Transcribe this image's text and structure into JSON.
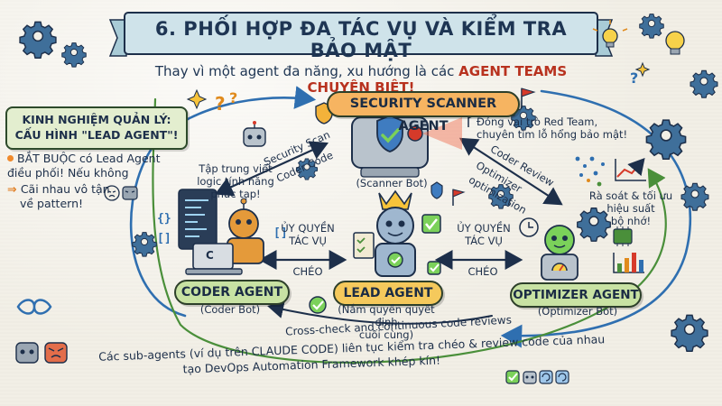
{
  "title": "6. PHỐI HỢP ĐA TÁC VỤ VÀ KIỂM TRA BẢO MẬT",
  "subtitle": {
    "prefix": "Thay vì một agent đa năng, xu hướng là các ",
    "highlight": "AGENT TEAMS CHUYÊN BIỆT!"
  },
  "lesson": {
    "line1": "KINH NGHIỆM QUẢN LÝ:",
    "line2": "CẤU HÌNH \"LEAD AGENT\"!"
  },
  "bullet": {
    "line1": "BẮT BUỘC có Lead Agent",
    "line2": "điều phối! Nếu không",
    "line3": "Cãi nhau vô tận",
    "line4": "về pattern!"
  },
  "security": {
    "label": "SECURITY SCANNER AGENT",
    "bot": "(Scanner Bot)",
    "note_line1": "Đóng vai trò Red Team,",
    "note_line2": "chuyên tìm lỗ hổng bảo mật!"
  },
  "coder": {
    "label": "CODER AGENT",
    "bot": "(Coder Bot)",
    "note_line1": "Tập trung viết",
    "note_line2": "logic tính năng",
    "note_line3": "phức tạp!",
    "screen_char": "C"
  },
  "lead": {
    "label": "LEAD AGENT",
    "sub_line1": "(Nắm quyền quyết định",
    "sub_line2": "cuối cùng)"
  },
  "optimizer": {
    "label": "OPTIMIZER AGENT",
    "bot": "(Optimizer Bot)",
    "note_line1": "Rà soát & tối ưu",
    "note_line2": "hiệu suất",
    "note_line3": "bộ nhớ!"
  },
  "links": {
    "security_scan": "Security Scan",
    "coder_code": "Coder Code",
    "coder_review": "Coder Review",
    "optimizer": "Optimizer",
    "optimization": "optimization",
    "delegate_left_1": "ỦY QUYỀN",
    "delegate_left_2": "TÁC VỤ",
    "cross_left": "CHÉO",
    "delegate_right_1": "ỦY QUYỀN",
    "delegate_right_2": "TÁC VỤ",
    "cross_right": "CHÉO",
    "cross_check": "Cross-check and continuous code reviews"
  },
  "bottom": {
    "line1": "Các sub-agents (ví dụ trên CLAUDE CODE) liên tục kiểm tra chéo & review code của nhau",
    "line2": "tạo DevOps Automation Framework khép kín!"
  },
  "colors": {
    "banner": "#cfe3ea",
    "ink": "#1d2f4a",
    "security": "#f6b461",
    "coder": "#c8e2a3",
    "lead": "#f5c95c",
    "optimizer": "#c8e2a3",
    "loop_blue": "#2f6fb0",
    "loop_green": "#4a8f3a",
    "accent_red": "#c8321f",
    "gear": "#3f6f9a"
  },
  "icons": [
    "gear-icon",
    "lightbulb-icon",
    "shield-icon",
    "flag-icon",
    "crown-icon",
    "chart-icon",
    "robot-icon",
    "question-icon",
    "sparkle-icon"
  ]
}
